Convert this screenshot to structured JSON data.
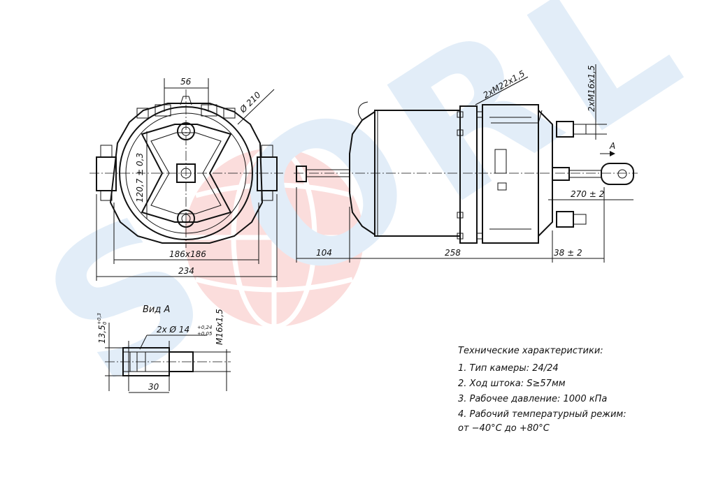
{
  "watermark": {
    "letters": [
      "S",
      "O",
      "R",
      "L"
    ],
    "blue": "#5b9bd5",
    "red": "#e8413c"
  },
  "dimensions": {
    "d56": "56",
    "d210": "Ø 210",
    "d120": "120,7 ± 0,3",
    "d186": "186x186",
    "d234": "234",
    "d104": "104",
    "d258": "258",
    "d38": "38 ± 2",
    "d270": "270 ± 2",
    "m22": "2xM22x1,5",
    "m16": "2xM16x1,5",
    "arrow_a": "A"
  },
  "view_a": {
    "title": "Вид А",
    "hole_prefix": "2x Ø 14",
    "hole_tol_upper": "+0,24",
    "hole_tol_lower": "+0,05",
    "thread": "M16x1,5",
    "height": "13,5",
    "height_tol_upper": "+0,3",
    "height_tol_lower": "0",
    "length": "30"
  },
  "specs": {
    "title": "Технические характеристики:",
    "items": [
      "1. Тип камеры: 24/24",
      "2. Ход штока: S≥57мм",
      "3. Рабочее давление: 1000 кПа",
      "4. Рабочий температурный режим:",
      "от −40°С до +80°С"
    ]
  }
}
